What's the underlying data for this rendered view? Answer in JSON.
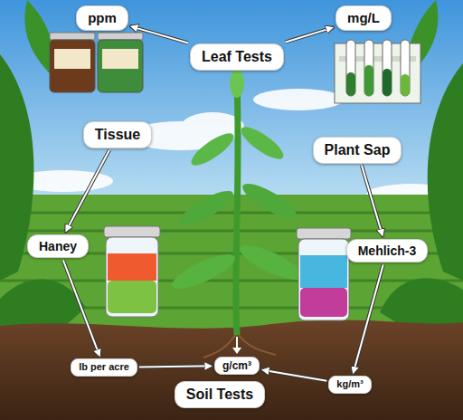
{
  "diagram": {
    "nodes": [
      {
        "text": [
          "ppm"
        ]
      },
      {
        "text": [
          "mg/L"
        ]
      },
      {
        "text": [
          "Leaf Tests"
        ]
      },
      {
        "text": [
          "Tissue"
        ]
      },
      {
        "text": [
          "Plant Sap"
        ]
      },
      {
        "text": [
          "Haney"
        ]
      },
      {
        "text": [
          "Mehlich-3"
        ]
      },
      {
        "text": [
          "lb per acre"
        ]
      },
      {
        "text": [
          "g/cm³"
        ]
      },
      {
        "text": [
          "Soil Tests"
        ]
      },
      {
        "text": [
          "kg/m³"
        ]
      }
    ],
    "edges": [
      {
        "from": 2,
        "to": 0,
        "arrow": "to"
      },
      {
        "from": 2,
        "to": 1,
        "arrow": "to"
      },
      {
        "from": 3,
        "to": 5,
        "arrow": "to"
      },
      {
        "from": 4,
        "to": 6,
        "arrow": "to"
      },
      {
        "from": 5,
        "to": 7,
        "arrow": "to"
      },
      {
        "from": 6,
        "to": 10,
        "arrow": "to"
      },
      {
        "from": 7,
        "to": 8,
        "arrow": "to"
      },
      {
        "from": 10,
        "to": 8,
        "arrow": "to"
      }
    ]
  }
}
